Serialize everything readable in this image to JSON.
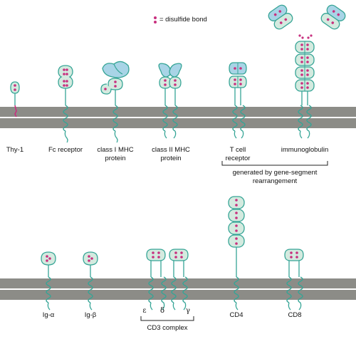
{
  "legend": {
    "text": "= disulfide bond"
  },
  "colors": {
    "membrane": "#8c8c87",
    "domain_fill": "#d4eadf",
    "domain_stroke": "#36a596",
    "variable_fill": "#a8d4e6",
    "disulfide": "#c8307f",
    "tail": "#36a596"
  },
  "top_row": [
    {
      "label": "Thy-1"
    },
    {
      "label": "Fc receptor"
    },
    {
      "label_lines": [
        "class I MHC",
        "protein"
      ]
    },
    {
      "label_lines": [
        "class II MHC",
        "protein"
      ]
    },
    {
      "label_lines": [
        "T cell",
        "receptor"
      ]
    },
    {
      "label": "immunoglobulin"
    }
  ],
  "bracket_label_lines": [
    "generated by gene-segment",
    "rearrangement"
  ],
  "bottom_row": [
    {
      "label": "Ig-α"
    },
    {
      "label": "Ig-β"
    },
    {
      "label": "CD4"
    },
    {
      "label": "CD8"
    }
  ],
  "cd3": {
    "label": "CD3 complex",
    "chains": [
      "ε",
      "δ",
      "γ"
    ]
  }
}
